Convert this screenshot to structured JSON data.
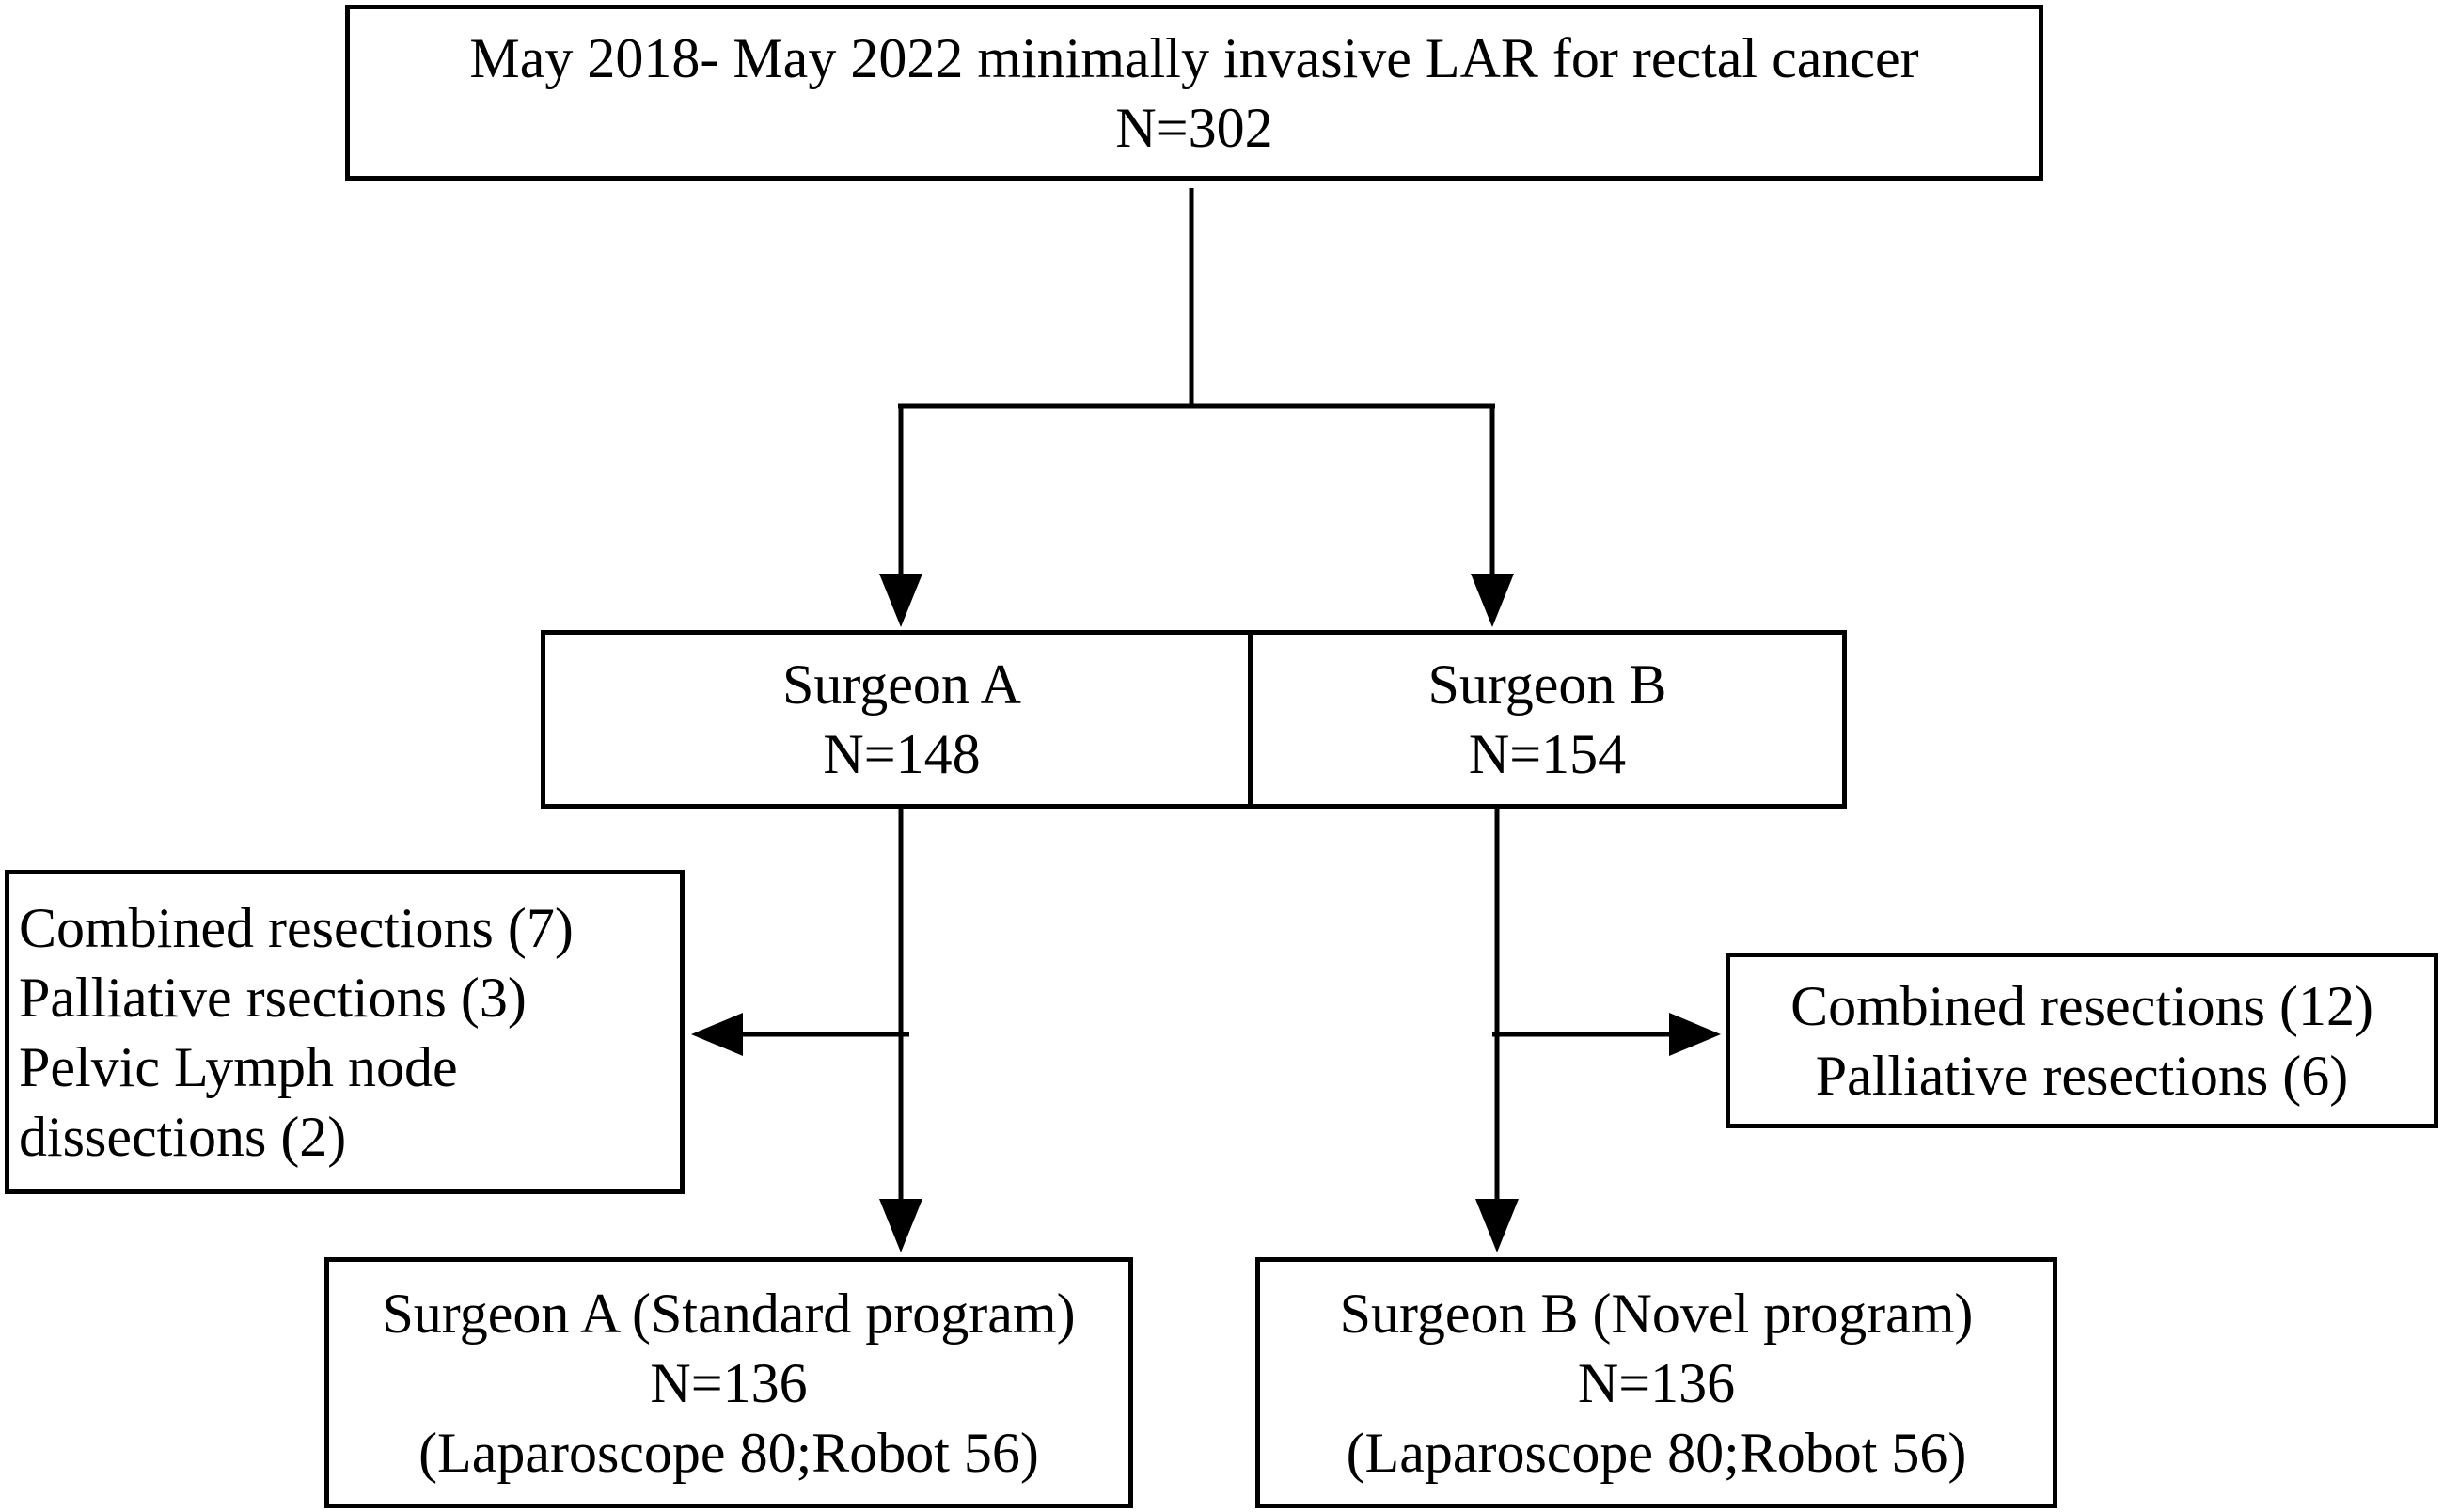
{
  "top_box": {
    "line1": "May 2018- May 2022 minimally invasive  LAR for rectal cancer",
    "line2": "N=302"
  },
  "surgeon_a_box": {
    "line1": "Surgeon A",
    "line2": "N=148"
  },
  "surgeon_b_box": {
    "line1": "Surgeon B",
    "line2": "N=154"
  },
  "exclusion_a_box": {
    "line1": "Combined resections (7)",
    "line2": "Palliative rsections (3)",
    "line3": "Pelvic Lymph node",
    "line4": "dissections  (2)"
  },
  "exclusion_b_box": {
    "line1": "Combined resections (12)",
    "line2": "Palliative resections (6)"
  },
  "final_a_box": {
    "line1": "Surgeon A (Standard program)",
    "line2": "N=136",
    "line3": "(Laparoscope 80;Robot 56)"
  },
  "final_b_box": {
    "line1": "Surgeon B (Novel program)",
    "line2": "N=136",
    "line3": "(Laparoscope 80;Robot 56)"
  }
}
